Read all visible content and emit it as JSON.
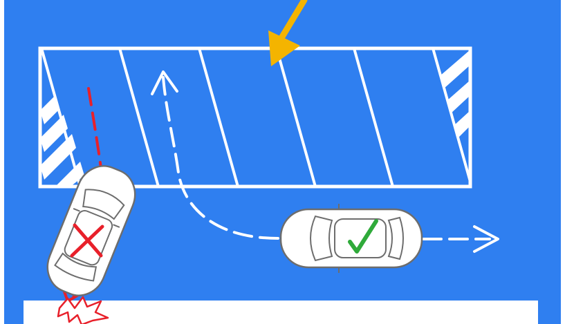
{
  "diagram": {
    "colors": {
      "background": "#2f7ff0",
      "lines": "#ffffff",
      "wrong_path": "#e8202a",
      "correct_mark": "#2faa3a",
      "pointer_arrow": "#f4b400",
      "car_body": "#ffffff",
      "car_outline": "#6d6d6d"
    },
    "elements": {
      "parking_area": "striped-parking-bay",
      "wrong_car": "car-with-red-x",
      "correct_car": "car-with-green-check",
      "pointer": "yellow-arrow"
    }
  }
}
